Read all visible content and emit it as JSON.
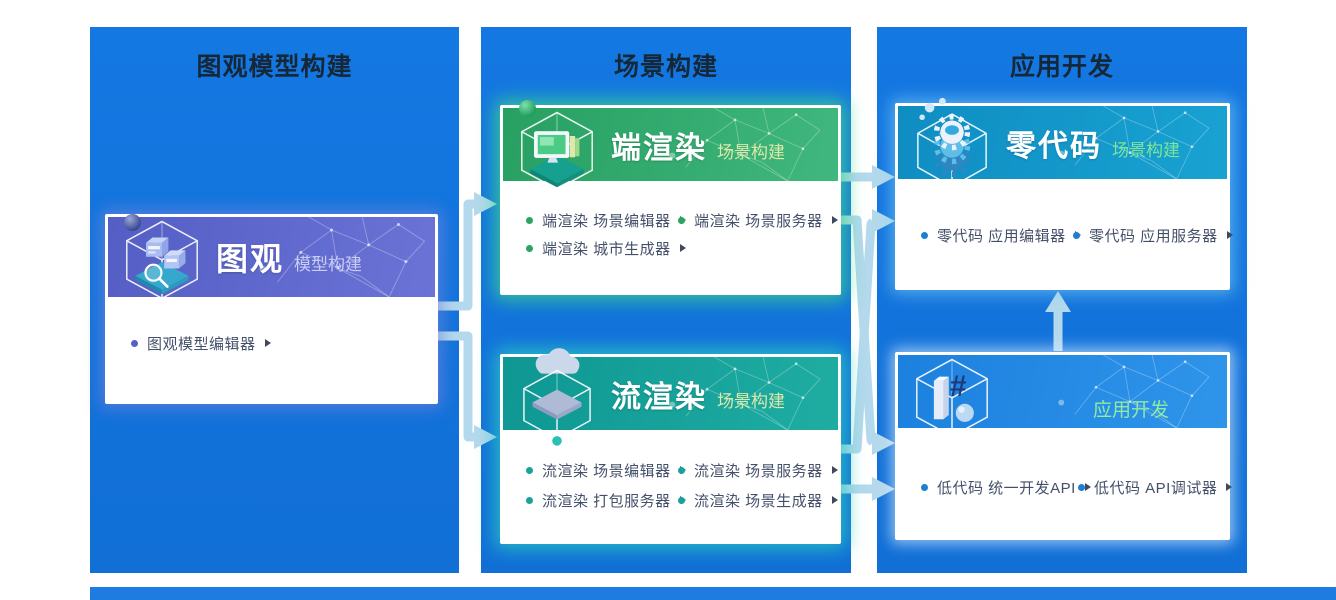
{
  "columns": [
    {
      "title": "图观模型构建"
    },
    {
      "title": "场景构建"
    },
    {
      "title": "应用开发"
    }
  ],
  "cards": {
    "tuguan": {
      "title": "图观",
      "subtitle": "模型构建",
      "rows": [
        [
          "图观模型编辑器"
        ]
      ]
    },
    "duan": {
      "title": "端渲染",
      "subtitle": "场景构建",
      "rows": [
        [
          "端渲染 场景编辑器",
          "端渲染 场景服务器"
        ],
        [
          "端渲染 城市生成器"
        ]
      ]
    },
    "liu": {
      "title": "流渲染",
      "subtitle": "场景构建",
      "rows": [
        [
          "流渲染 场景编辑器",
          "流渲染 场景服务器"
        ],
        [
          "流渲染 打包服务器",
          "流渲染 场景生成器"
        ]
      ]
    },
    "ling": {
      "title": "零代码",
      "subtitle": "场景构建",
      "rows": [
        [
          "零代码 应用编辑器",
          "零代码 应用服务器"
        ]
      ]
    },
    "di": {
      "header_label": "应用开发",
      "rows": [
        [
          "低代码 统一开发API",
          "低代码 API调试器"
        ]
      ]
    }
  },
  "icons": {
    "tuguan": "cube-model-magnifier-icon",
    "duan": "cube-monitor-icon",
    "liu": "cube-cloud-icon",
    "ling": "cube-gears-icon",
    "di": "cube-pillar-hash-icon",
    "hash_glyph": "#",
    "bullet": "dot-icon",
    "item_arrow": "triangle-right-icon"
  },
  "colors": {
    "panel_blue": "#1274DC",
    "arrow_blue": "#B4D9EC",
    "tuguan_header": "#5A63C8",
    "duan_header": "#2FA768",
    "liu_header": "#11A09B",
    "ling_header": "#1191C6",
    "di_header": "#1F85E2",
    "duan_glow": "#3DD68F",
    "liu_glow": "#2CC9C0",
    "item_text": "#44506A",
    "column_title_text": "#14283A",
    "subtitle_lavender": "#C9CDF4",
    "subtitle_yellow_green": "#DCE9A8",
    "subtitle_green": "#7EE695"
  }
}
